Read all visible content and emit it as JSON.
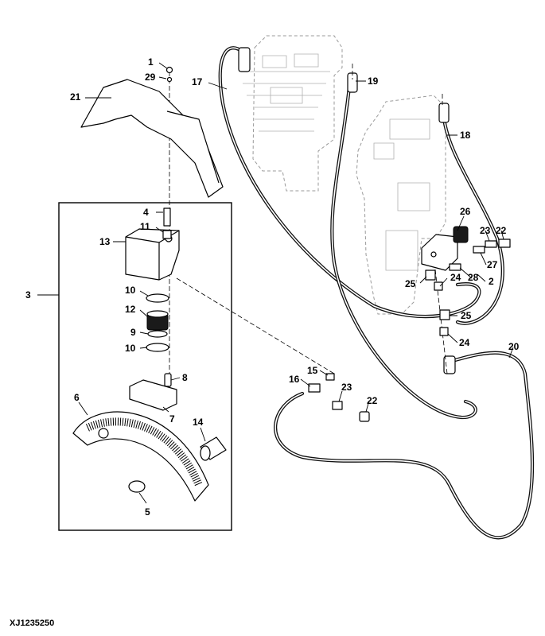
{
  "figure_id": "XJ1235250",
  "callouts": [
    {
      "id": "c1",
      "text": "1"
    },
    {
      "id": "c29",
      "text": "29"
    },
    {
      "id": "c21",
      "text": "21"
    },
    {
      "id": "c17",
      "text": "17"
    },
    {
      "id": "c19",
      "text": "19"
    },
    {
      "id": "c18",
      "text": "18"
    },
    {
      "id": "c4",
      "text": "4"
    },
    {
      "id": "c11",
      "text": "11"
    },
    {
      "id": "c13",
      "text": "13"
    },
    {
      "id": "c3",
      "text": "3"
    },
    {
      "id": "c10a",
      "text": "10"
    },
    {
      "id": "c12",
      "text": "12"
    },
    {
      "id": "c9",
      "text": "9"
    },
    {
      "id": "c10b",
      "text": "10"
    },
    {
      "id": "c8",
      "text": "8"
    },
    {
      "id": "c6",
      "text": "6"
    },
    {
      "id": "c7",
      "text": "7"
    },
    {
      "id": "c14",
      "text": "14"
    },
    {
      "id": "c5",
      "text": "5"
    },
    {
      "id": "c26",
      "text": "26"
    },
    {
      "id": "c23a",
      "text": "23"
    },
    {
      "id": "c22a",
      "text": "22"
    },
    {
      "id": "c27",
      "text": "27"
    },
    {
      "id": "c25a",
      "text": "25"
    },
    {
      "id": "c24a",
      "text": "24"
    },
    {
      "id": "c28",
      "text": "28"
    },
    {
      "id": "c2",
      "text": "2"
    },
    {
      "id": "c25b",
      "text": "25"
    },
    {
      "id": "c24b",
      "text": "24"
    },
    {
      "id": "c20",
      "text": "20"
    },
    {
      "id": "c15",
      "text": "15"
    },
    {
      "id": "c16",
      "text": "16"
    },
    {
      "id": "c23b",
      "text": "23"
    },
    {
      "id": "c22b",
      "text": "22"
    }
  ]
}
